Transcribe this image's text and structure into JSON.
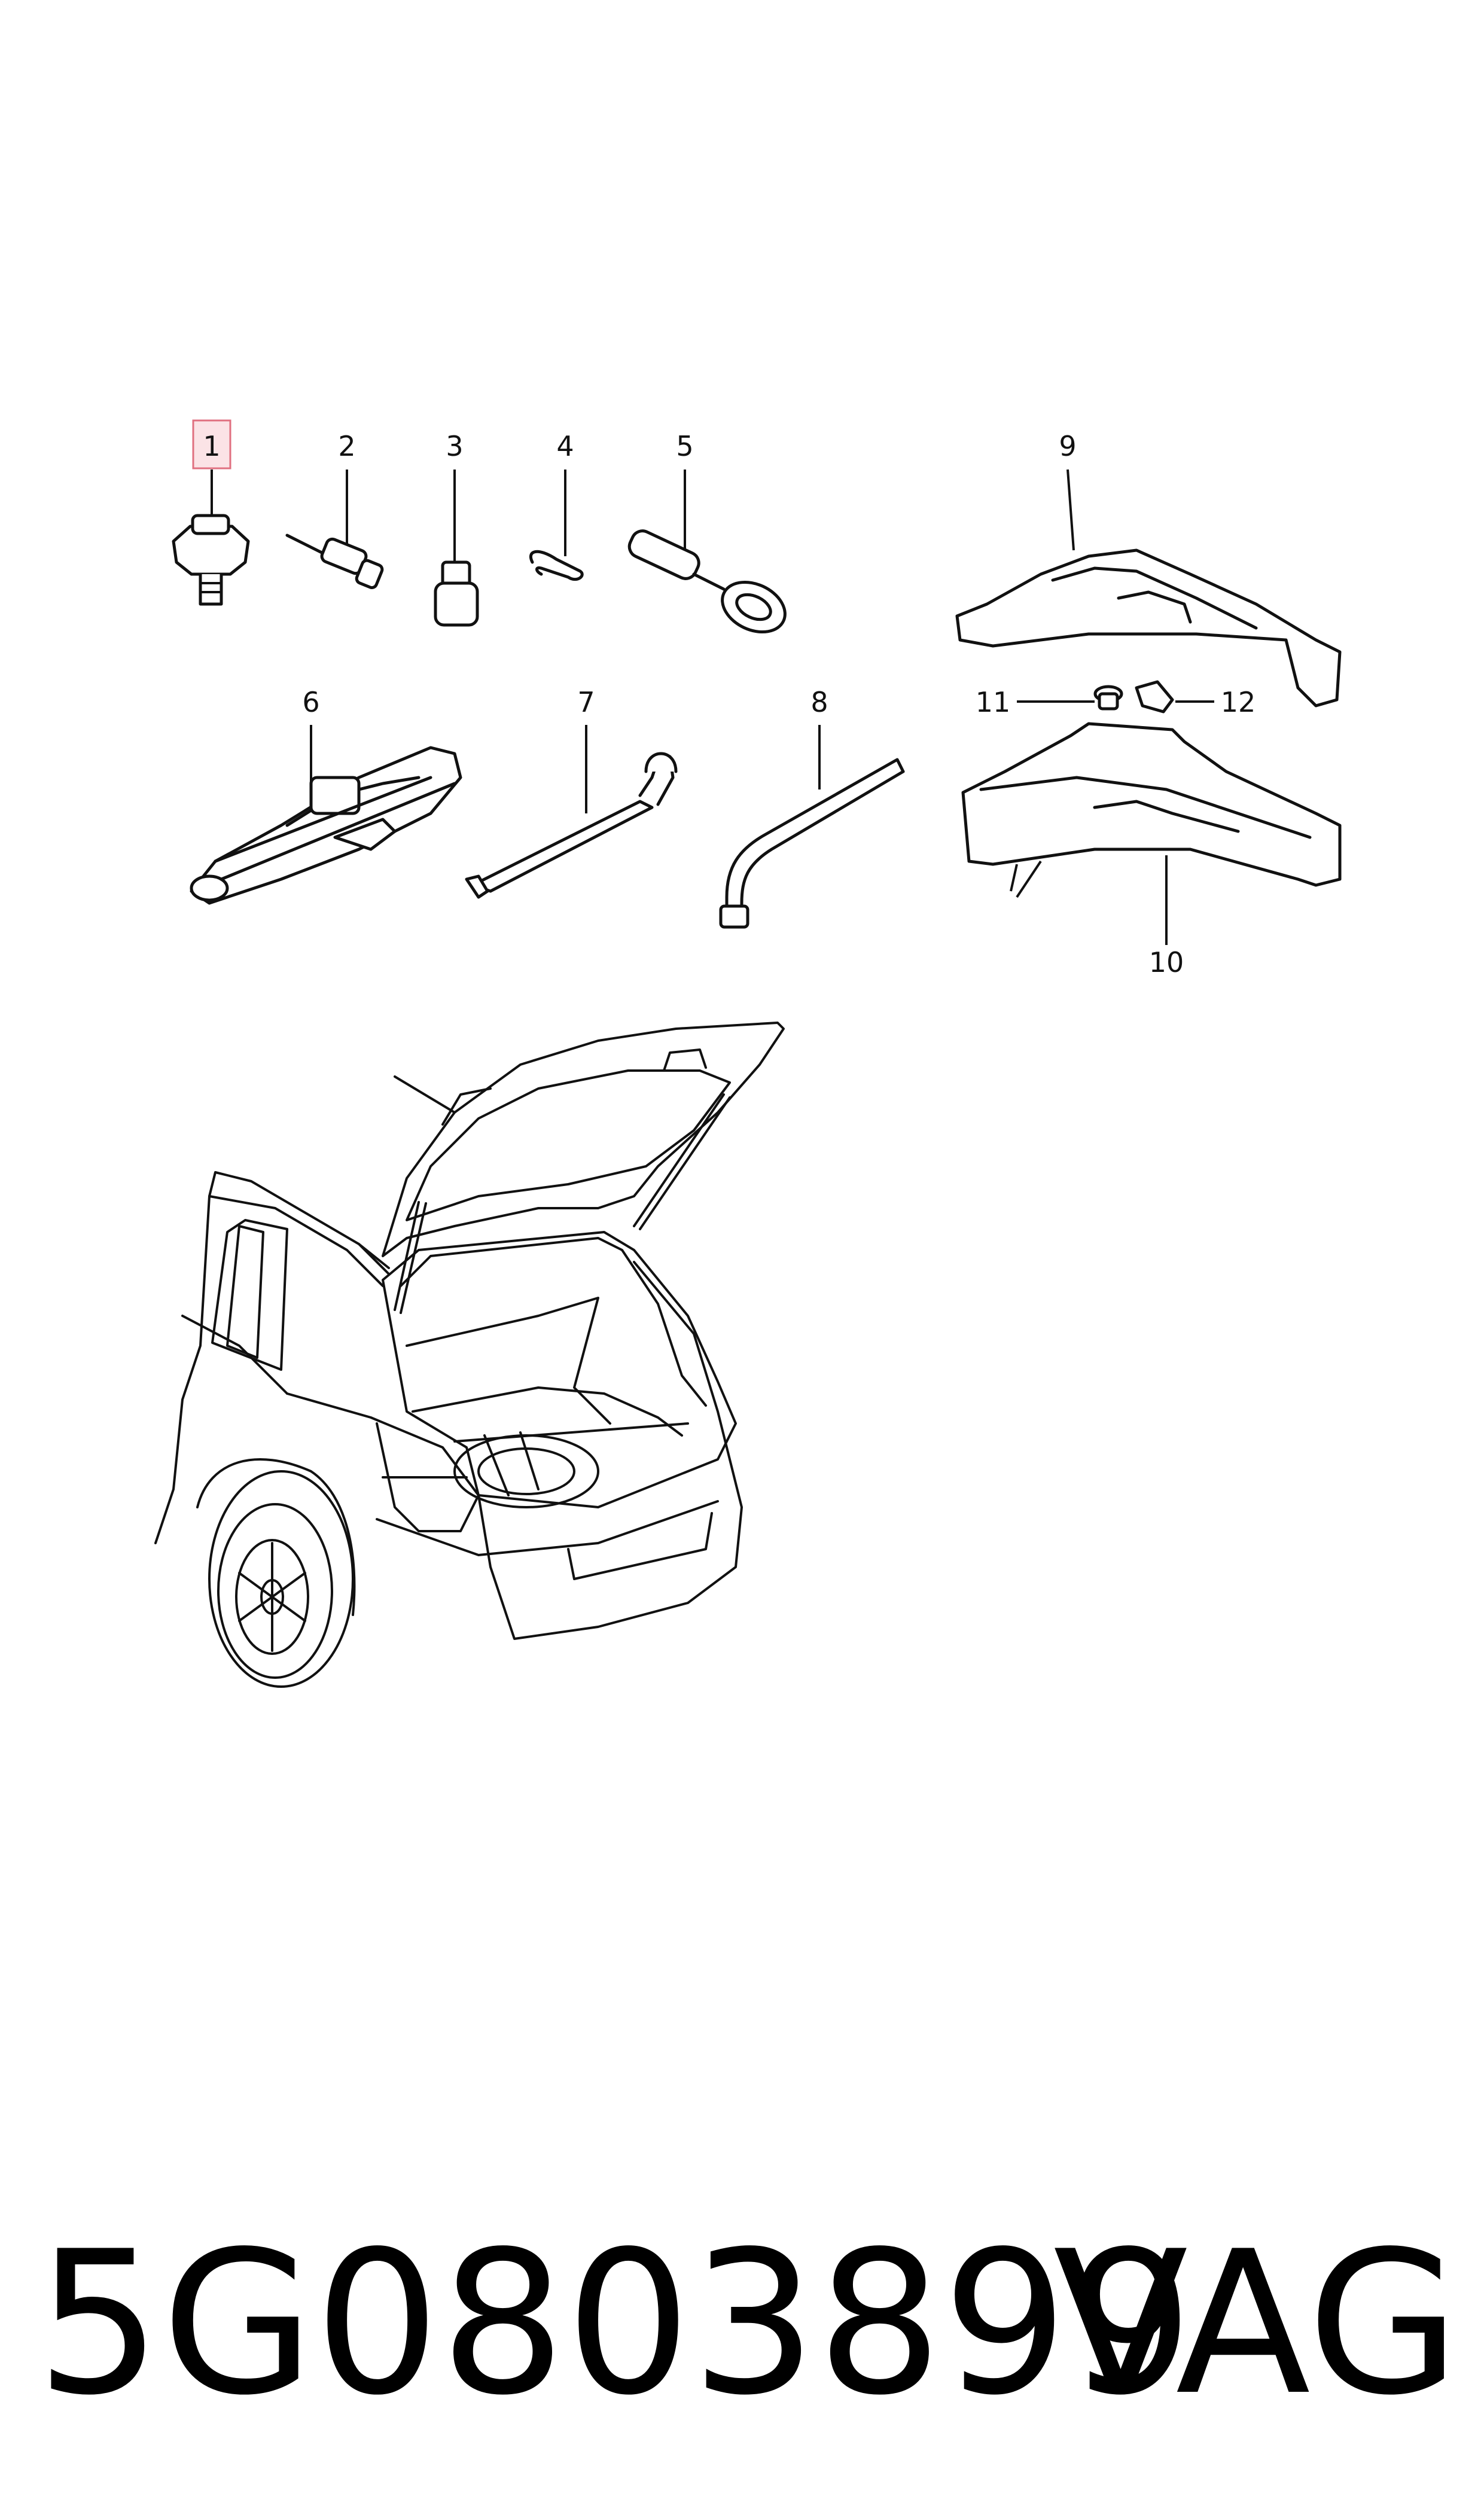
{
  "callouts": [
    {
      "id": "1",
      "label": "1",
      "highlighted": true
    },
    {
      "id": "2",
      "label": "2"
    },
    {
      "id": "3",
      "label": "3"
    },
    {
      "id": "4",
      "label": "4"
    },
    {
      "id": "5",
      "label": "5"
    },
    {
      "id": "6",
      "label": "6"
    },
    {
      "id": "7",
      "label": "7"
    },
    {
      "id": "8",
      "label": "8"
    },
    {
      "id": "9",
      "label": "9"
    },
    {
      "id": "10",
      "label": "10"
    },
    {
      "id": "11",
      "label": "11"
    },
    {
      "id": "12",
      "label": "12"
    }
  ],
  "footer": {
    "part_number": "5G0803899",
    "brand": "VAG"
  },
  "colors": {
    "highlight_fill": "#fbe3e6",
    "highlight_border": "#e07080",
    "line": "#111111"
  }
}
